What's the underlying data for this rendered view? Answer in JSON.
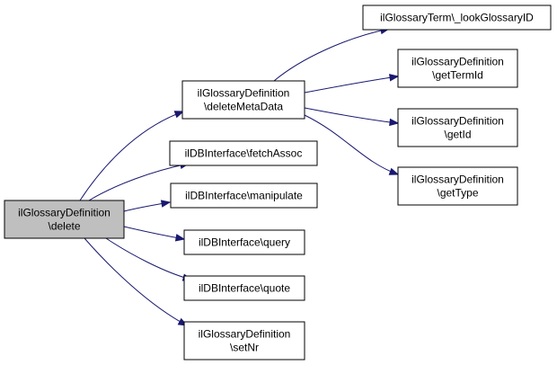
{
  "graph": {
    "nodes": [
      {
        "id": "root",
        "lines": [
          "ilGlossaryDefinition",
          "\\delete"
        ],
        "highlight": true
      },
      {
        "id": "deleteMetaData",
        "lines": [
          "ilGlossaryDefinition",
          "\\deleteMetaData"
        ]
      },
      {
        "id": "fetchAssoc",
        "lines": [
          "ilDBInterface\\fetchAssoc"
        ]
      },
      {
        "id": "manipulate",
        "lines": [
          "ilDBInterface\\manipulate"
        ]
      },
      {
        "id": "query",
        "lines": [
          "ilDBInterface\\query"
        ]
      },
      {
        "id": "quote",
        "lines": [
          "ilDBInterface\\quote"
        ]
      },
      {
        "id": "setNr",
        "lines": [
          "ilGlossaryDefinition",
          "\\setNr"
        ]
      },
      {
        "id": "lookGlossaryID",
        "lines": [
          "ilGlossaryTerm\\_lookGlossaryID"
        ]
      },
      {
        "id": "getTermId",
        "lines": [
          "ilGlossaryDefinition",
          "\\getTermId"
        ]
      },
      {
        "id": "getId",
        "lines": [
          "ilGlossaryDefinition",
          "\\getId"
        ]
      },
      {
        "id": "getType",
        "lines": [
          "ilGlossaryDefinition",
          "\\getType"
        ]
      }
    ],
    "edges": [
      {
        "from": "root",
        "to": "deleteMetaData"
      },
      {
        "from": "root",
        "to": "fetchAssoc"
      },
      {
        "from": "root",
        "to": "manipulate"
      },
      {
        "from": "root",
        "to": "query"
      },
      {
        "from": "root",
        "to": "quote"
      },
      {
        "from": "root",
        "to": "setNr"
      },
      {
        "from": "deleteMetaData",
        "to": "lookGlossaryID"
      },
      {
        "from": "deleteMetaData",
        "to": "getTermId"
      },
      {
        "from": "deleteMetaData",
        "to": "getId"
      },
      {
        "from": "deleteMetaData",
        "to": "getType"
      }
    ],
    "colors": {
      "node_fill": "#ffffff",
      "highlight_fill": "#bfbfbf",
      "border": "#000000",
      "edge": "#191970"
    }
  }
}
